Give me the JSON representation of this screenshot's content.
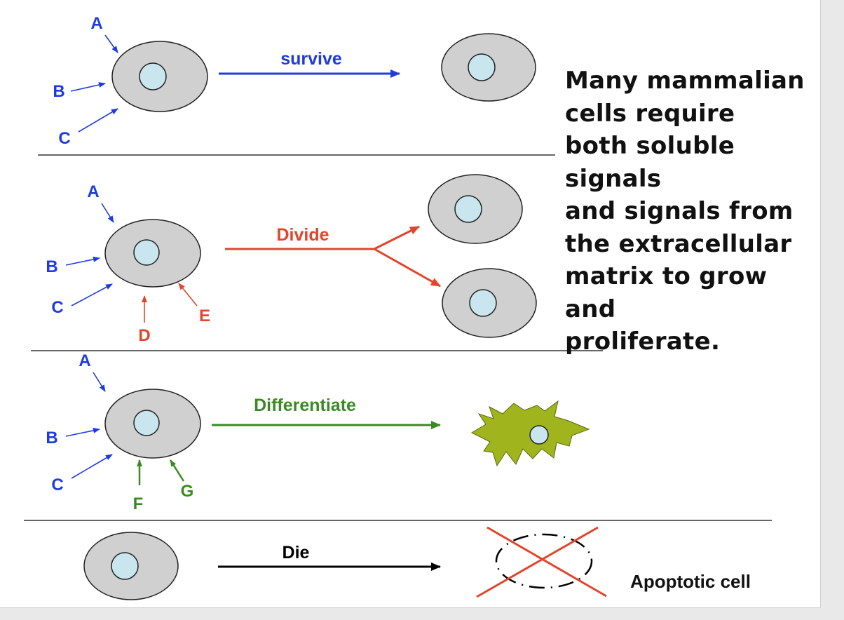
{
  "colors": {
    "blue": "#1f3be0",
    "red": "#e2452b",
    "green": "#3a8a22",
    "black": "#000000",
    "cell_fill": "#d0d0d0",
    "nucleus_fill": "#c9e6ee",
    "spiky_fill": "#a0b41e"
  },
  "rows": {
    "survive": {
      "signals": [
        "A",
        "B",
        "C"
      ],
      "outcome": "survive"
    },
    "divide": {
      "signals": [
        "A",
        "B",
        "C"
      ],
      "extra_signals": [
        "D",
        "E"
      ],
      "outcome": "Divide"
    },
    "differentiate": {
      "signals": [
        "A",
        "B",
        "C"
      ],
      "extra_signals": [
        "F",
        "G"
      ],
      "outcome": "Differentiate"
    },
    "die": {
      "outcome": "Die",
      "result_label": "Apoptotic cell"
    }
  },
  "side_text": "Many mammalian\ncells require\nboth soluble signals\nand signals from\nthe extracellular\nmatrix to grow and\nproliferate."
}
